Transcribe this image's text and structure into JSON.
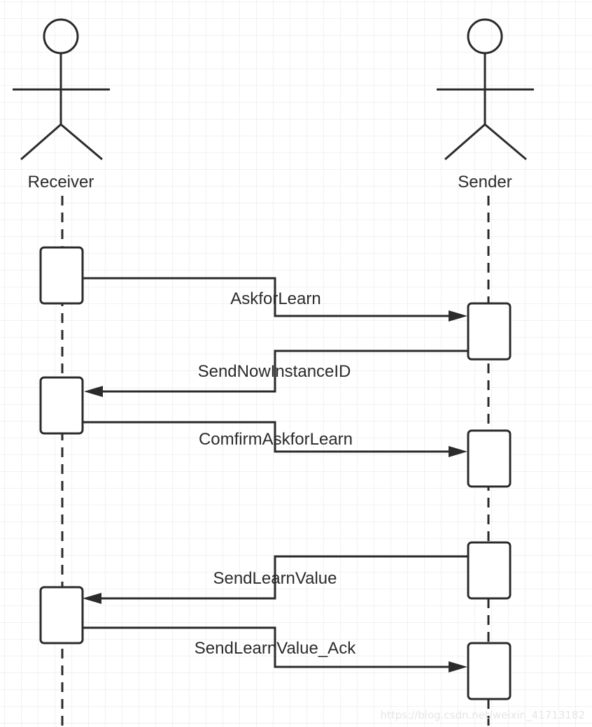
{
  "diagram": {
    "actors": [
      {
        "id": "receiver",
        "name": "Receiver"
      },
      {
        "id": "sender",
        "name": "Sender"
      }
    ],
    "messages": [
      {
        "label": "AskforLearn",
        "from": "Receiver",
        "to": "Sender"
      },
      {
        "label": "SendNowInstanceID",
        "from": "Sender",
        "to": "Receiver"
      },
      {
        "label": "ComfirmAskforLearn",
        "from": "Receiver",
        "to": "Sender"
      },
      {
        "label": "SendLearnValue",
        "from": "Sender",
        "to": "Receiver"
      },
      {
        "label": "SendLearnValue_Ack",
        "from": "Receiver",
        "to": "Sender"
      }
    ],
    "watermark": "https://blog.csdn.net/weixin_41713182"
  },
  "colors": {
    "background": "#ffffff",
    "grid": "#e5e5e5",
    "line": "#2b2b2b",
    "activation_fill": "#ffffff"
  }
}
